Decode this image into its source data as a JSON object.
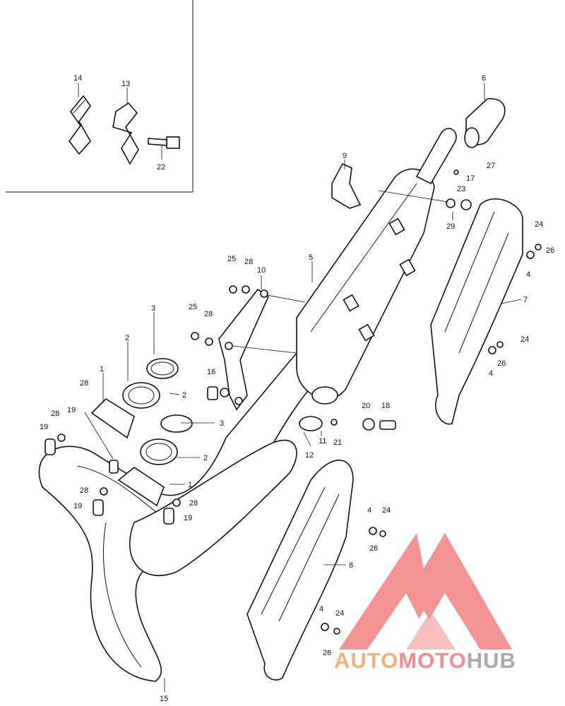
{
  "callouts": {
    "p1": "1",
    "p1b": "1",
    "p2": "2",
    "p2b": "2",
    "p2c": "2",
    "p3": "3",
    "p3b": "3",
    "p4a": "4",
    "p4b": "4",
    "p4c": "4",
    "p4d": "4",
    "p5": "5",
    "p6": "6",
    "p7": "7",
    "p8": "8",
    "p9": "9",
    "p10": "10",
    "p11": "11",
    "p12": "12",
    "p13": "13",
    "p14": "14",
    "p15": "15",
    "p16": "16",
    "p17": "17",
    "p18": "18",
    "p19a": "19",
    "p19b": "19",
    "p19c": "19",
    "p19d": "19",
    "p20": "20",
    "p21": "21",
    "p22": "22",
    "p23": "23",
    "p24a": "24",
    "p24b": "24",
    "p24c": "24",
    "p24d": "24",
    "p25a": "25",
    "p25b": "25",
    "p26a": "26",
    "p26b": "26",
    "p26c": "26",
    "p26d": "26",
    "p27": "27",
    "p28a": "28",
    "p28b": "28",
    "p28c": "28",
    "p28d": "28",
    "p28e": "28",
    "p28f": "28",
    "p29": "29"
  },
  "watermark": {
    "part1": "AUTO",
    "part2": "MOTO",
    "part3": "HUB",
    "colors": {
      "auto": "#f2b07a",
      "moto": "#f28b8b",
      "hub": "#aaaaaa",
      "logo": "#f08080"
    }
  }
}
